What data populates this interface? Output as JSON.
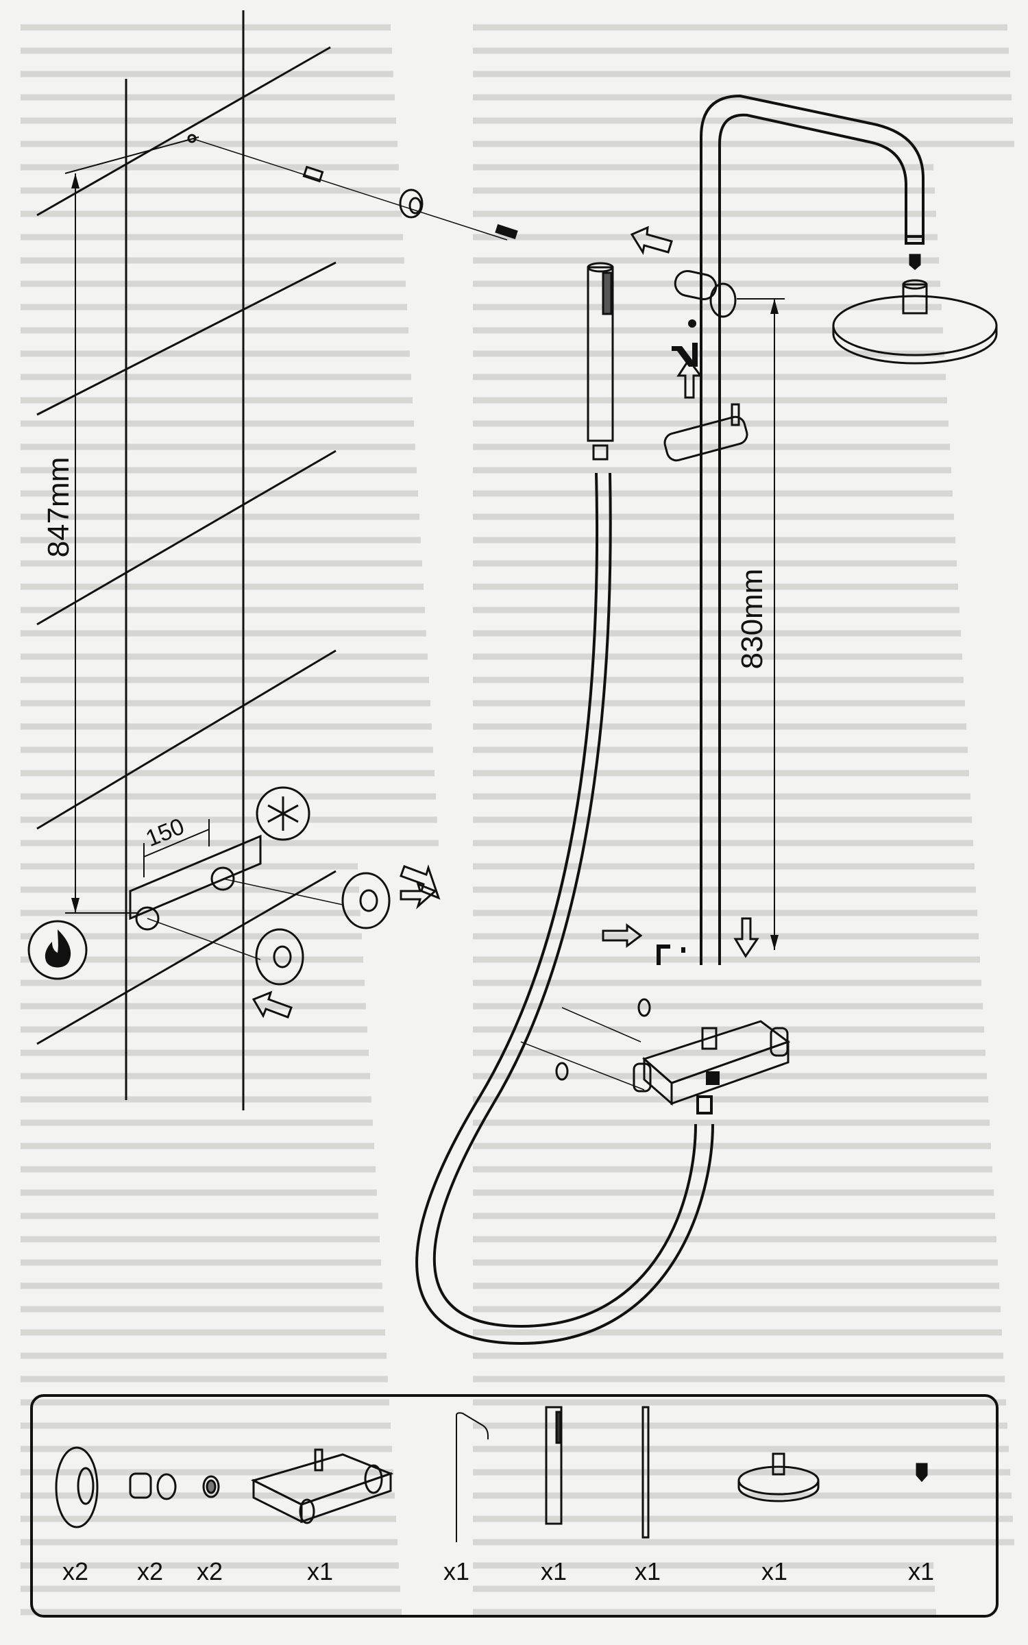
{
  "dimensions": {
    "wall_height": "847mm",
    "connection_spacing": "150",
    "rail_height": "830mm"
  },
  "icons": {
    "hot": "flame-icon",
    "cold": "snowflake-icon",
    "tool": "allen-key-icon"
  },
  "parts": [
    {
      "name": "wall-flange",
      "count": "x2"
    },
    {
      "name": "eccentric-connector",
      "count": "x2"
    },
    {
      "name": "filter-washer",
      "count": "x2"
    },
    {
      "name": "thermostatic-mixer",
      "count": "x1"
    },
    {
      "name": "riser-rail",
      "count": "x1"
    },
    {
      "name": "hand-shower",
      "count": "x1"
    },
    {
      "name": "shower-hose",
      "count": "x1"
    },
    {
      "name": "overhead-shower-head",
      "count": "x1"
    },
    {
      "name": "nozzle-connector",
      "count": "x1"
    }
  ]
}
